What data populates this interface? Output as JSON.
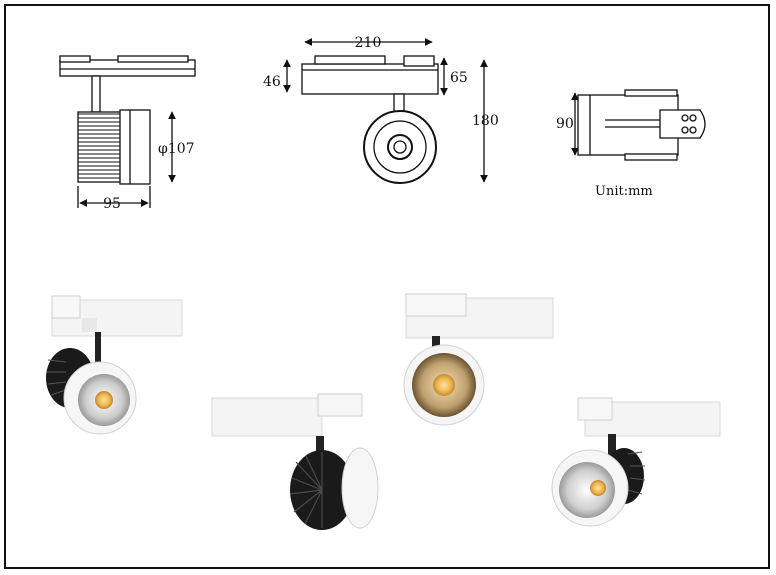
{
  "drawing": {
    "side_view": {
      "width_label": "95",
      "diameter_label": "φ107"
    },
    "front_view": {
      "length_label": "210",
      "rail_height_label": "46",
      "body_height_label": "65",
      "total_height_label": "180"
    },
    "top_view": {
      "width_label": "90"
    },
    "unit_label": "Unit:mm"
  },
  "colors": {
    "line": "#111111",
    "body": "#f4f4f4",
    "heatsink": "#1a1a1a",
    "led_warm": "#f3c977"
  }
}
